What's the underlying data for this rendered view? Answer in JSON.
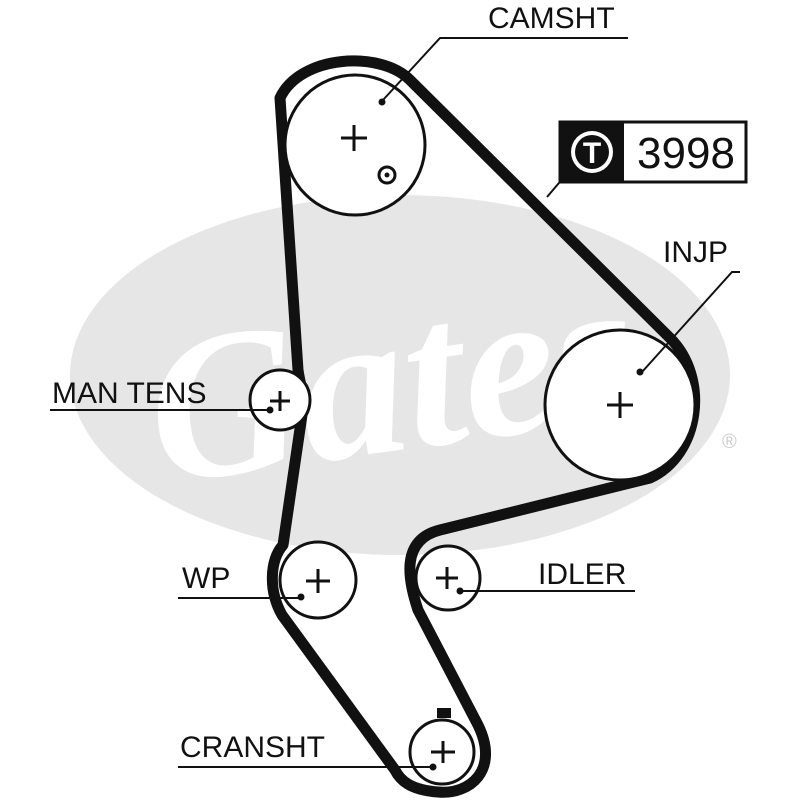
{
  "watermark": {
    "text": "Gates",
    "reg_mark": "®",
    "ellipse_color": "#e6e6e6"
  },
  "part_tag": {
    "letter": "T",
    "number": "3998"
  },
  "pulleys": {
    "camshaft": "CAMSHT",
    "injection_pump": "INJP",
    "manual_tensioner": "MAN TENS",
    "water_pump": "WP",
    "idler": "IDLER",
    "crankshaft": "CRANSHT"
  },
  "colors": {
    "belt": "#111111",
    "line": "#111111",
    "background": "#ffffff"
  }
}
